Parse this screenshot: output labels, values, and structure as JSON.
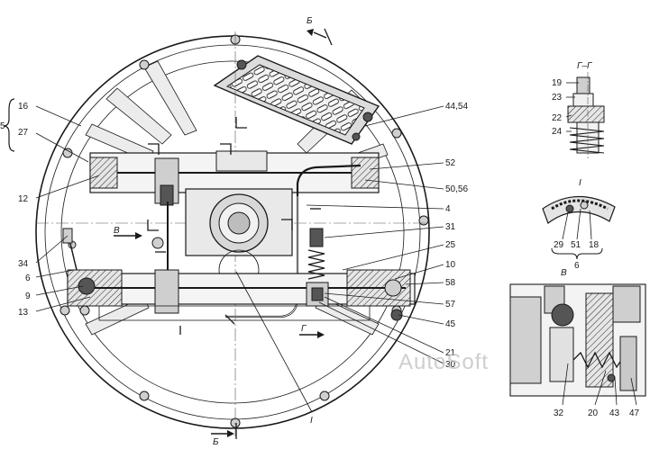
{
  "labels": {
    "main": [
      {
        "id": "16",
        "text": "16"
      },
      {
        "id": "5",
        "text": "5"
      },
      {
        "id": "27",
        "text": "27"
      },
      {
        "id": "12",
        "text": "12"
      },
      {
        "id": "34",
        "text": "34"
      },
      {
        "id": "6",
        "text": "6"
      },
      {
        "id": "9",
        "text": "9"
      },
      {
        "id": "13",
        "text": "13"
      },
      {
        "id": "44-54",
        "text": "44,54"
      },
      {
        "id": "52",
        "text": "52"
      },
      {
        "id": "50-56",
        "text": "50,56"
      },
      {
        "id": "4",
        "text": "4"
      },
      {
        "id": "31",
        "text": "31"
      },
      {
        "id": "25",
        "text": "25"
      },
      {
        "id": "10",
        "text": "10"
      },
      {
        "id": "58",
        "text": "58"
      },
      {
        "id": "57",
        "text": "57"
      },
      {
        "id": "45",
        "text": "45"
      },
      {
        "id": "21",
        "text": "21"
      },
      {
        "id": "30",
        "text": "30"
      },
      {
        "id": "roman-I",
        "text": "I"
      },
      {
        "id": "arrow-B-left",
        "text": "В"
      },
      {
        "id": "arrow-G",
        "text": "Г"
      },
      {
        "id": "section-b-top",
        "text": "Б"
      },
      {
        "id": "section-b-bottom",
        "text": "Б"
      }
    ],
    "section_gg": {
      "title": "Г–Г",
      "items": [
        {
          "id": "19",
          "text": "19"
        },
        {
          "id": "23",
          "text": "23"
        },
        {
          "id": "22",
          "text": "22"
        },
        {
          "id": "24",
          "text": "24"
        }
      ]
    },
    "detail_i": {
      "title": "I",
      "items": [
        {
          "id": "29",
          "text": "29"
        },
        {
          "id": "51",
          "text": "51"
        },
        {
          "id": "18",
          "text": "18"
        },
        {
          "id": "6b",
          "text": "6"
        }
      ]
    },
    "view_v": {
      "title": "В",
      "items": [
        {
          "id": "32",
          "text": "32"
        },
        {
          "id": "20",
          "text": "20"
        },
        {
          "id": "43",
          "text": "43"
        },
        {
          "id": "47",
          "text": "47"
        }
      ]
    }
  },
  "watermark": "AutoSoft"
}
